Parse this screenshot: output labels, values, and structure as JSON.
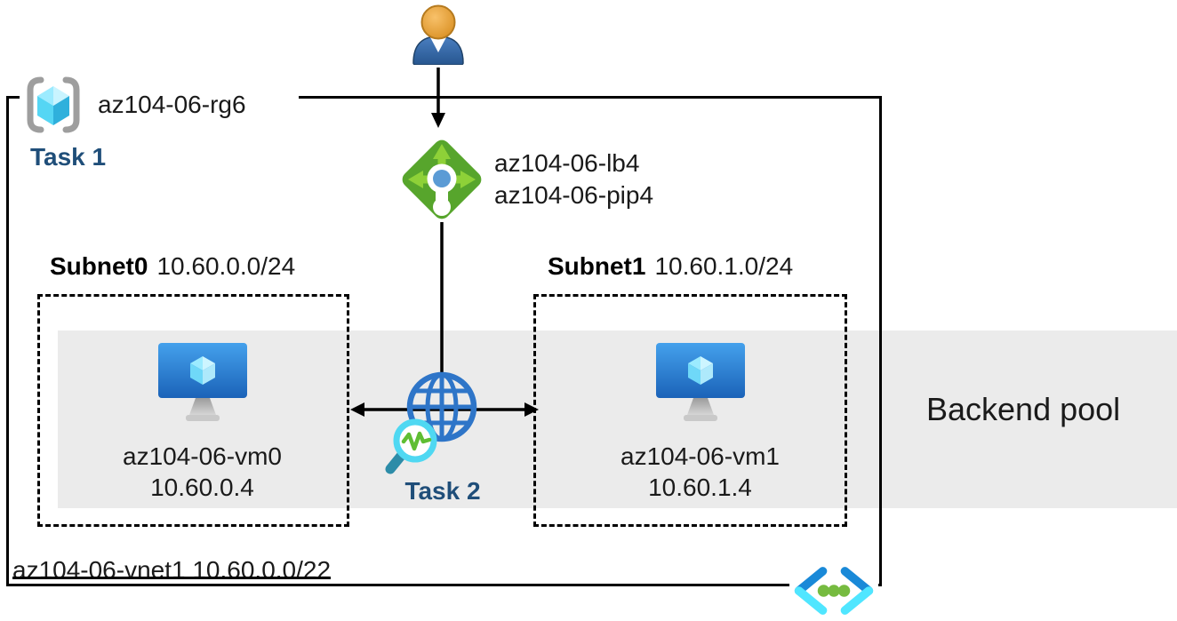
{
  "diagram": {
    "resource_group": {
      "label": "az104-06-rg6",
      "task": "Task 1"
    },
    "load_balancer": {
      "name": "az104-06-lb4",
      "public_ip": "az104-06-pip4"
    },
    "subnet0": {
      "name": "Subnet0",
      "cidr": "10.60.0.0/24",
      "vm": {
        "name": "az104-06-vm0",
        "ip": "10.60.0.4"
      }
    },
    "subnet1": {
      "name": "Subnet1",
      "cidr": "10.60.1.0/24",
      "vm": {
        "name": "az104-06-vm1",
        "ip": "10.60.1.4"
      }
    },
    "task2": "Task 2",
    "backend_pool_label": "Backend pool",
    "vnet": {
      "name": "az104-06-vnet1",
      "cidr": "10.60.0.0/22"
    },
    "icons": {
      "user": "user-icon",
      "resource_group": "resource-group-icon",
      "load_balancer": "load-balancer-icon",
      "virtual_machine": "vm-icon",
      "monitoring_globe": "globe-monitor-icon",
      "virtual_network": "vnet-icon"
    },
    "colors": {
      "task_text": "#1f4e79",
      "backend_band": "#ebebeb",
      "lb_diamond_green": "#57a52c",
      "lb_arrow_green": "#8ed138",
      "lb_dot_blue": "#5b9bd5",
      "globe_blue": "#2e75c8",
      "magnifier_ring_cyan": "#4fd8f2",
      "magnifier_pulse_green": "#5fbe33",
      "vm_screen_blue": "#1b63b8",
      "vnet_chevron_blue": "#1989d8",
      "vnet_chevron_cyan": "#50e6ff",
      "vnet_dot_green": "#76bb40",
      "user_head_orange": "#eda83a",
      "user_body_blue": "#33639c"
    }
  }
}
